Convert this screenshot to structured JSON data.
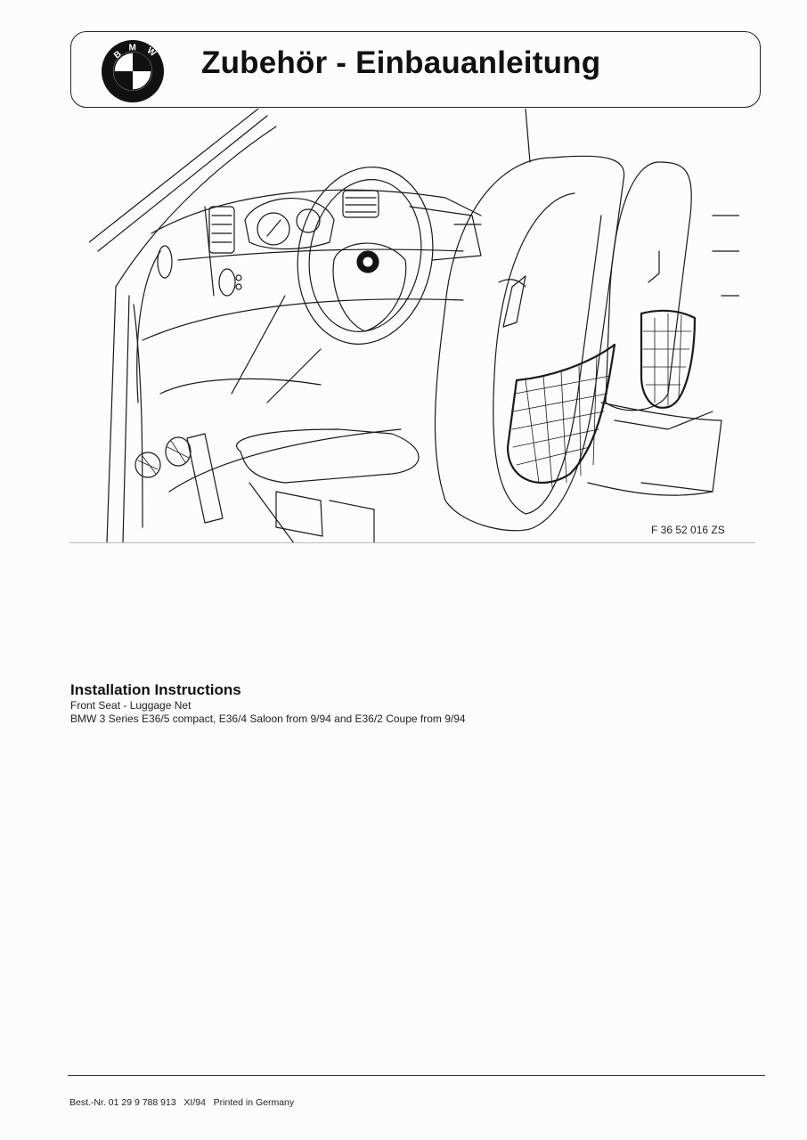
{
  "header": {
    "logo_letters": "BMW",
    "title": "Zubehör - Einbauanleitung"
  },
  "figure": {
    "code": "F 36 52 016 ZS"
  },
  "instructions": {
    "heading": "Installation Instructions",
    "line1": "Front Seat - Luggage Net",
    "line2": "BMW 3 Series E36/5 compact, E36/4 Saloon from 9/94 and E36/2 Coupe from 9/94"
  },
  "footer": {
    "text": "Best.-Nr. 01 29 9 788 913   XI/94   Printed in Germany"
  }
}
